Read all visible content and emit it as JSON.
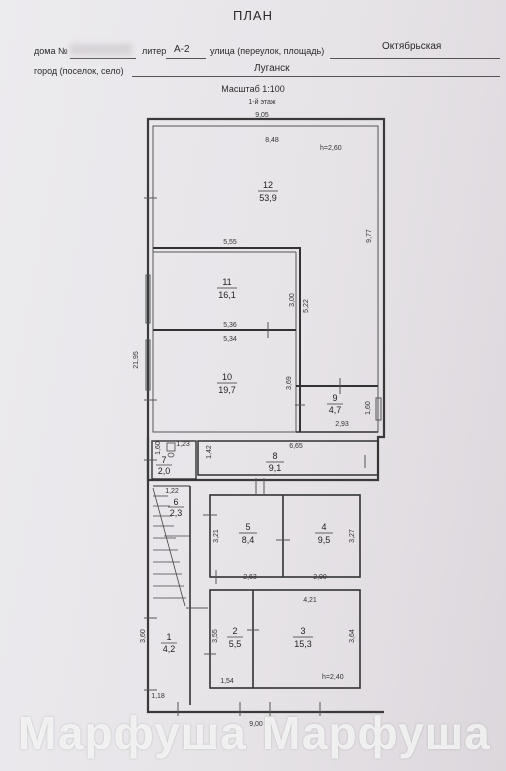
{
  "header": {
    "title": "ПЛАН",
    "house_label": "дома №",
    "liter_label": "литер",
    "liter_value": "А-2",
    "street_label": "улица (переулок, площадь)",
    "street_value": "Октябрьская",
    "city_label": "город (поселок, село)",
    "city_value": "Луганск"
  },
  "scale": "Масштаб 1:100",
  "floor": "1-й этаж",
  "dims": {
    "top_width": "9,05",
    "w_848": "8,48",
    "h_260": "h=2,60",
    "d_977": "9,77",
    "w_555": "5,55",
    "d_300": "3,00",
    "d_522": "5,22",
    "w_536": "5,36",
    "w_534": "5,34",
    "d_2195": "21,95",
    "d_369": "3,69",
    "d_160_right": "1,60",
    "w_293": "2,93",
    "w_123": "1,23",
    "w_665": "6,65",
    "d_160_left": "1,60",
    "d_142": "1,42",
    "w_122": "1,22",
    "d_321": "3,21",
    "d_327": "3,27",
    "w_263": "2,63",
    "w_290": "2,90",
    "w_421": "4,21",
    "d_360": "3,60",
    "d_355": "3,55",
    "d_364": "3,64",
    "w_154": "1,54",
    "h_240": "h=2,40",
    "w_118": "1,18",
    "bottom_width": "9,00"
  },
  "rooms": [
    {
      "num": "12",
      "area": "53,9"
    },
    {
      "num": "11",
      "area": "16,1"
    },
    {
      "num": "10",
      "area": "19,7"
    },
    {
      "num": "9",
      "area": "4,7"
    },
    {
      "num": "8",
      "area": "9,1"
    },
    {
      "num": "7",
      "area": "2,0"
    },
    {
      "num": "6",
      "area": "2,3"
    },
    {
      "num": "5",
      "area": "8,4"
    },
    {
      "num": "4",
      "area": "9,5"
    },
    {
      "num": "3",
      "area": "15,3"
    },
    {
      "num": "2",
      "area": "5,5"
    },
    {
      "num": "1",
      "area": "4,2"
    }
  ],
  "watermark": "Марфуша"
}
